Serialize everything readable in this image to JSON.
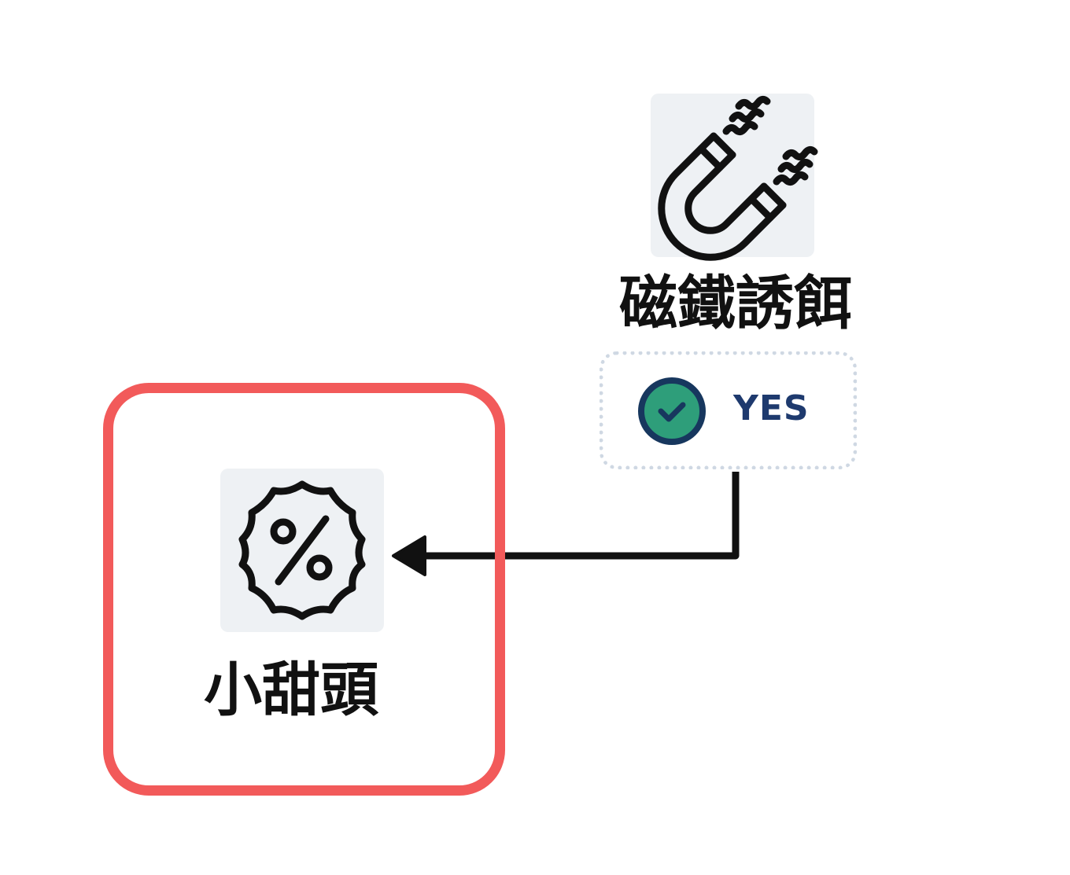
{
  "diagram": {
    "source_node": {
      "label": "磁鐵誘餌",
      "icon": "magnet-icon"
    },
    "decision": {
      "label": "YES",
      "icon": "check-circle-icon"
    },
    "target_node": {
      "label": "小甜頭",
      "icon": "discount-badge-icon",
      "highlighted": true
    },
    "colors": {
      "highlight": "#f25a5a",
      "check_fill": "#2e9e7a",
      "check_ring": "#17375e",
      "decision_text": "#1e3a6e",
      "icon_bg": "#eef1f4",
      "connector": "#111111"
    }
  }
}
